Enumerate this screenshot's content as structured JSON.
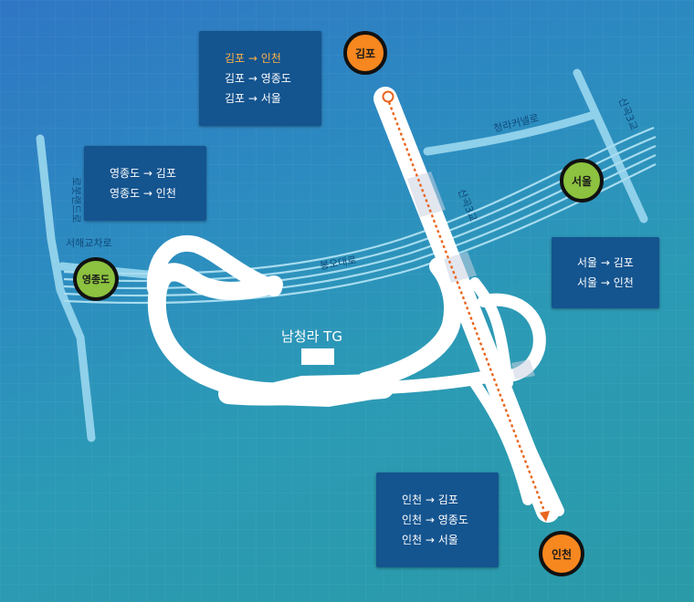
{
  "colors": {
    "orange_node": "#f7871f",
    "green_node": "#8cc23f",
    "route_box": "#14548f",
    "active_route": "#ffb347",
    "route_arrow": "#e8661f"
  },
  "nodes": {
    "gimpo": "김포",
    "seoul": "서울",
    "yeongjongdo": "영종도",
    "incheon": "인천"
  },
  "road_labels": {
    "cheongna": "청라커넬로",
    "sangong": "산곡3교",
    "robot_land": "로봇랜드로",
    "seohae": "서해교차로",
    "bongo": "봉오대로",
    "sanguk": "산곡3교"
  },
  "toll_gate": {
    "label": "남청라 TG"
  },
  "routes": {
    "from_gimpo": [
      "김포 → 인천",
      "김포 → 영종도",
      "김포 → 서울"
    ],
    "from_yeongjongdo": [
      "영종도 → 김포",
      "영종도 → 인천"
    ],
    "from_seoul": [
      "서울 → 김포",
      "서울 → 인천"
    ],
    "from_incheon": [
      "인천 → 김포",
      "인천 → 영종도",
      "인천 → 서울"
    ]
  },
  "active_route": "김포 → 인천"
}
